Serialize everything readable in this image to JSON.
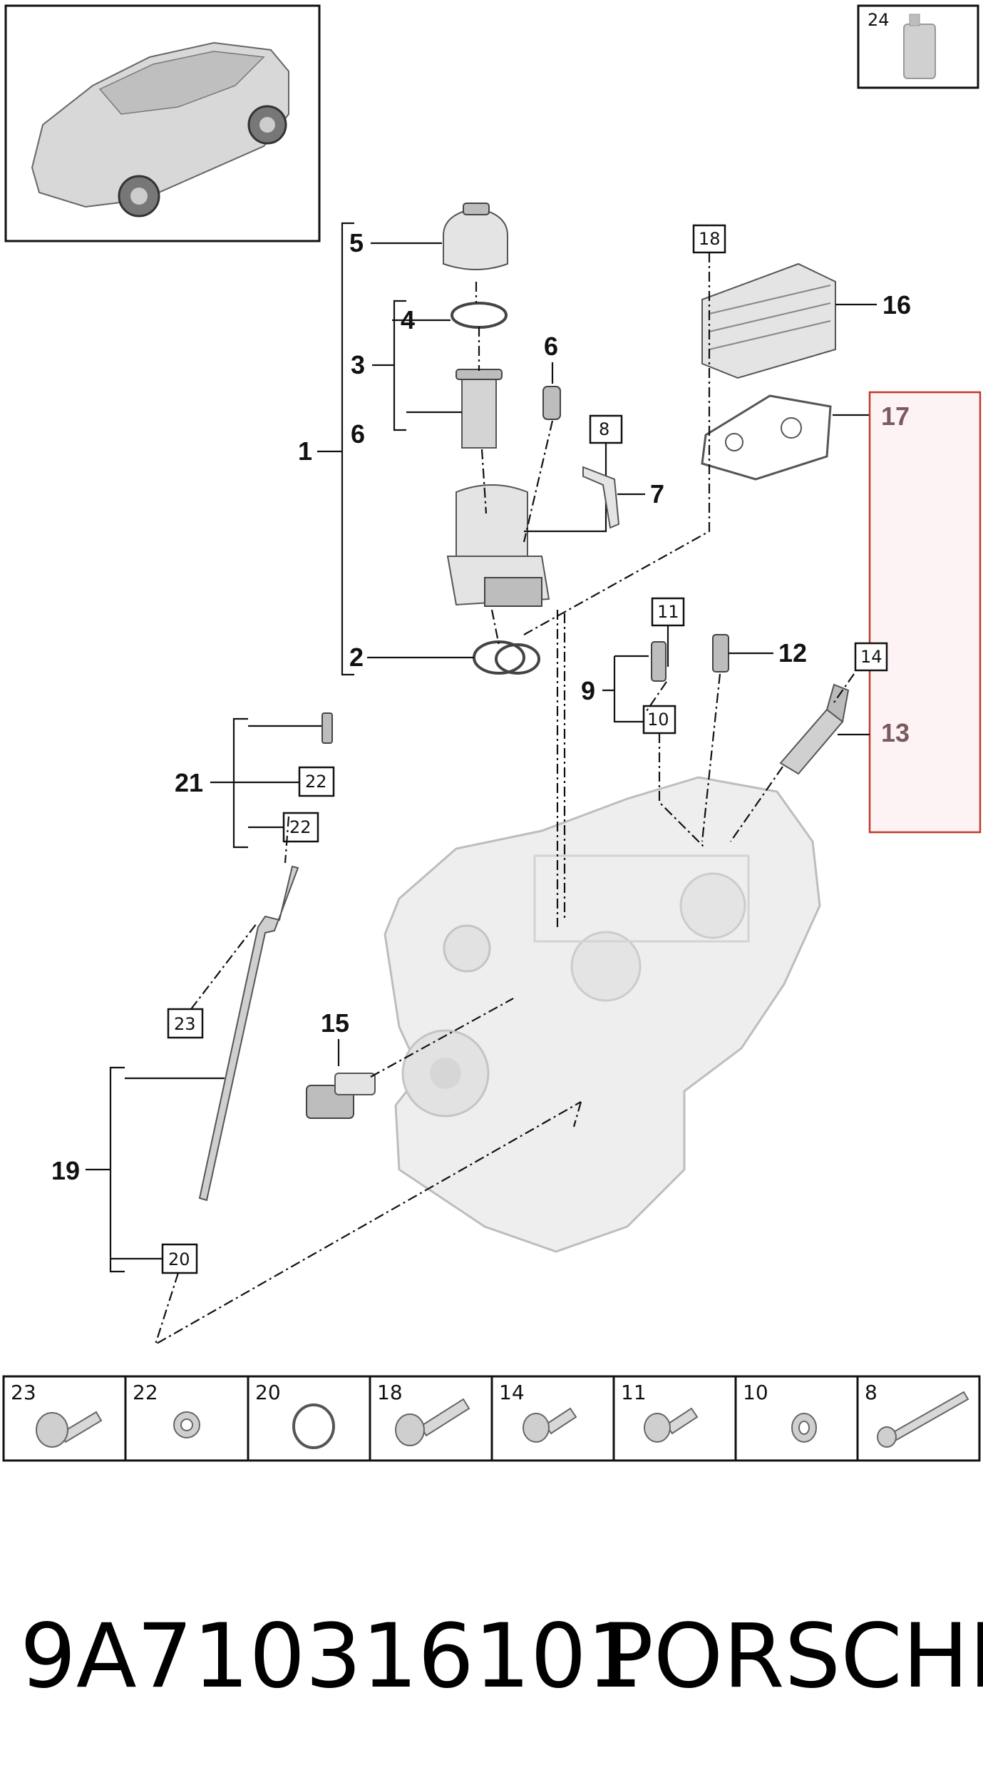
{
  "diagram": {
    "callouts": {
      "c1": "1",
      "c2": "2",
      "c3": "3",
      "c4": "4",
      "c5": "5",
      "c6a": "6",
      "c6b": "6",
      "c7": "7",
      "c9": "9",
      "c12": "12",
      "c13": "13",
      "c15": "15",
      "c16": "16",
      "c17": "17",
      "c19": "19",
      "c21": "21"
    },
    "boxed": {
      "b8": "8",
      "b10": "10",
      "b11": "11",
      "b14": "14",
      "b18": "18",
      "b20": "20",
      "b22a": "22",
      "b22b": "22",
      "b23": "23",
      "b24": "24"
    },
    "highlight_color": "#c0392b",
    "highlight_label_color": "#7a5a5e"
  },
  "hardware_strip": [
    {
      "label": "23",
      "icon": "torx-screw-icon"
    },
    {
      "label": "22",
      "icon": "seal-ring-icon"
    },
    {
      "label": "20",
      "icon": "o-ring-icon"
    },
    {
      "label": "18",
      "icon": "torx-screw-icon"
    },
    {
      "label": "14",
      "icon": "torx-screw-icon"
    },
    {
      "label": "11",
      "icon": "torx-screw-icon"
    },
    {
      "label": "10",
      "icon": "seal-ring-icon"
    },
    {
      "label": "8",
      "icon": "long-bolt-icon"
    }
  ],
  "footer": {
    "part_number": "9A710316101",
    "brand": "PORSCHE"
  }
}
